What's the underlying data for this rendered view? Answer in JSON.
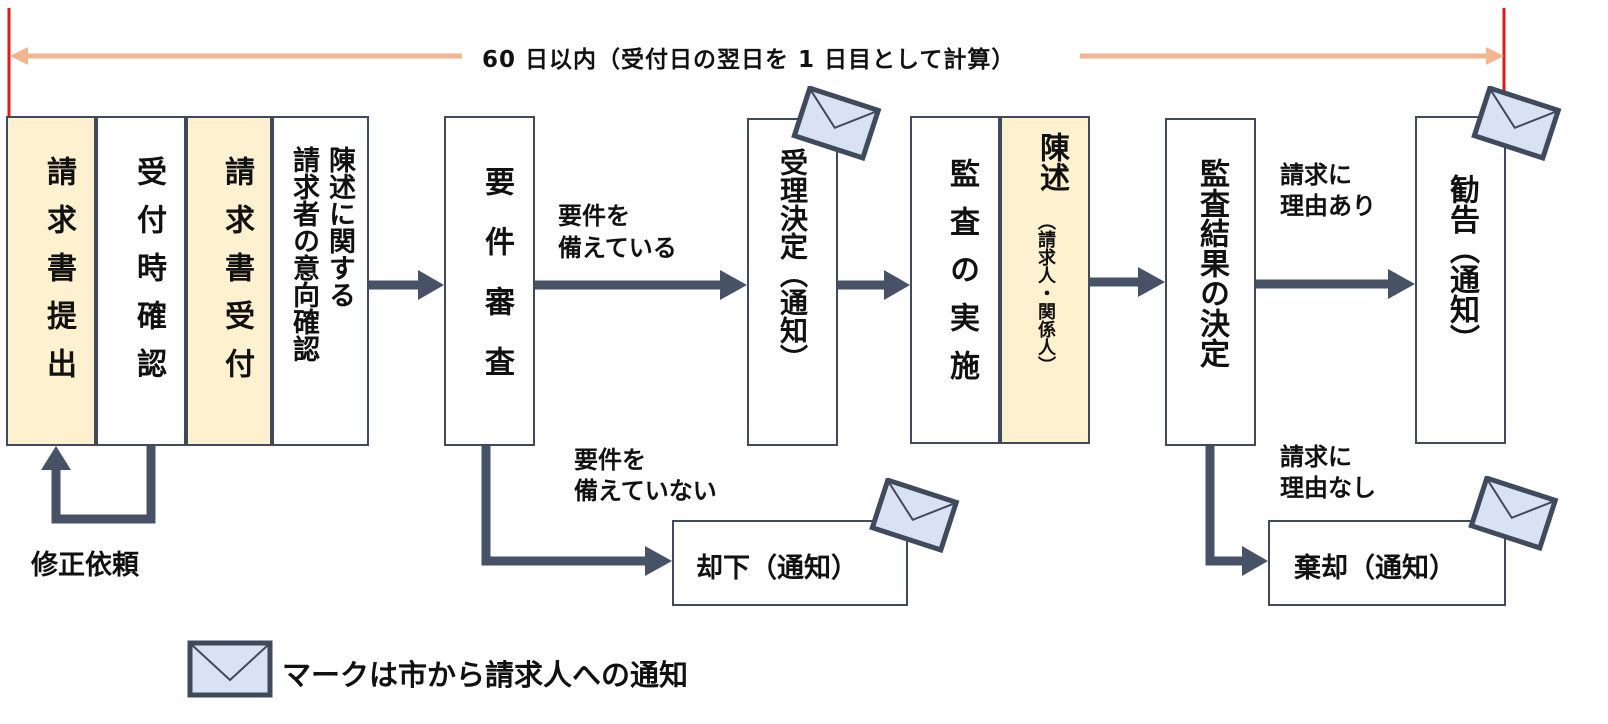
{
  "timeline": {
    "label": "60 日以内（受付日の翌日を 1 日目として計算）"
  },
  "steps": {
    "submit": "請求書提出",
    "check": "受付時確認",
    "receive": "請求書受付",
    "statement_intent": [
      "陳述に関する",
      "請求者の意向確認"
    ],
    "review": "要件審査",
    "accept": "受理決定（通知）",
    "audit": "監査の実施",
    "statement": "陳述",
    "statement_sub": "（請求人・関係人）",
    "result": "監査結果の決定",
    "recommend": "勧告（通知）",
    "dismiss": "却下（通知）",
    "reject": "棄却（通知）"
  },
  "labels": {
    "fix_request": "修正依頼",
    "meets_1": "要件を",
    "meets_2": "備えている",
    "not_meets_1": "要件を",
    "not_meets_2": "備えていない",
    "reason_yes_1": "請求に",
    "reason_yes_2": "理由あり",
    "reason_no_1": "請求に",
    "reason_no_2": "理由なし"
  },
  "legend": {
    "text": "マークは市から請求人への通知"
  },
  "colors": {
    "box_border": "#3f4a5c",
    "cream": "#fdf1cf",
    "arrow": "#475266",
    "timeline": "#f2b58f",
    "bracket": "#e11818",
    "envelope_fill": "#d9e2f2"
  }
}
